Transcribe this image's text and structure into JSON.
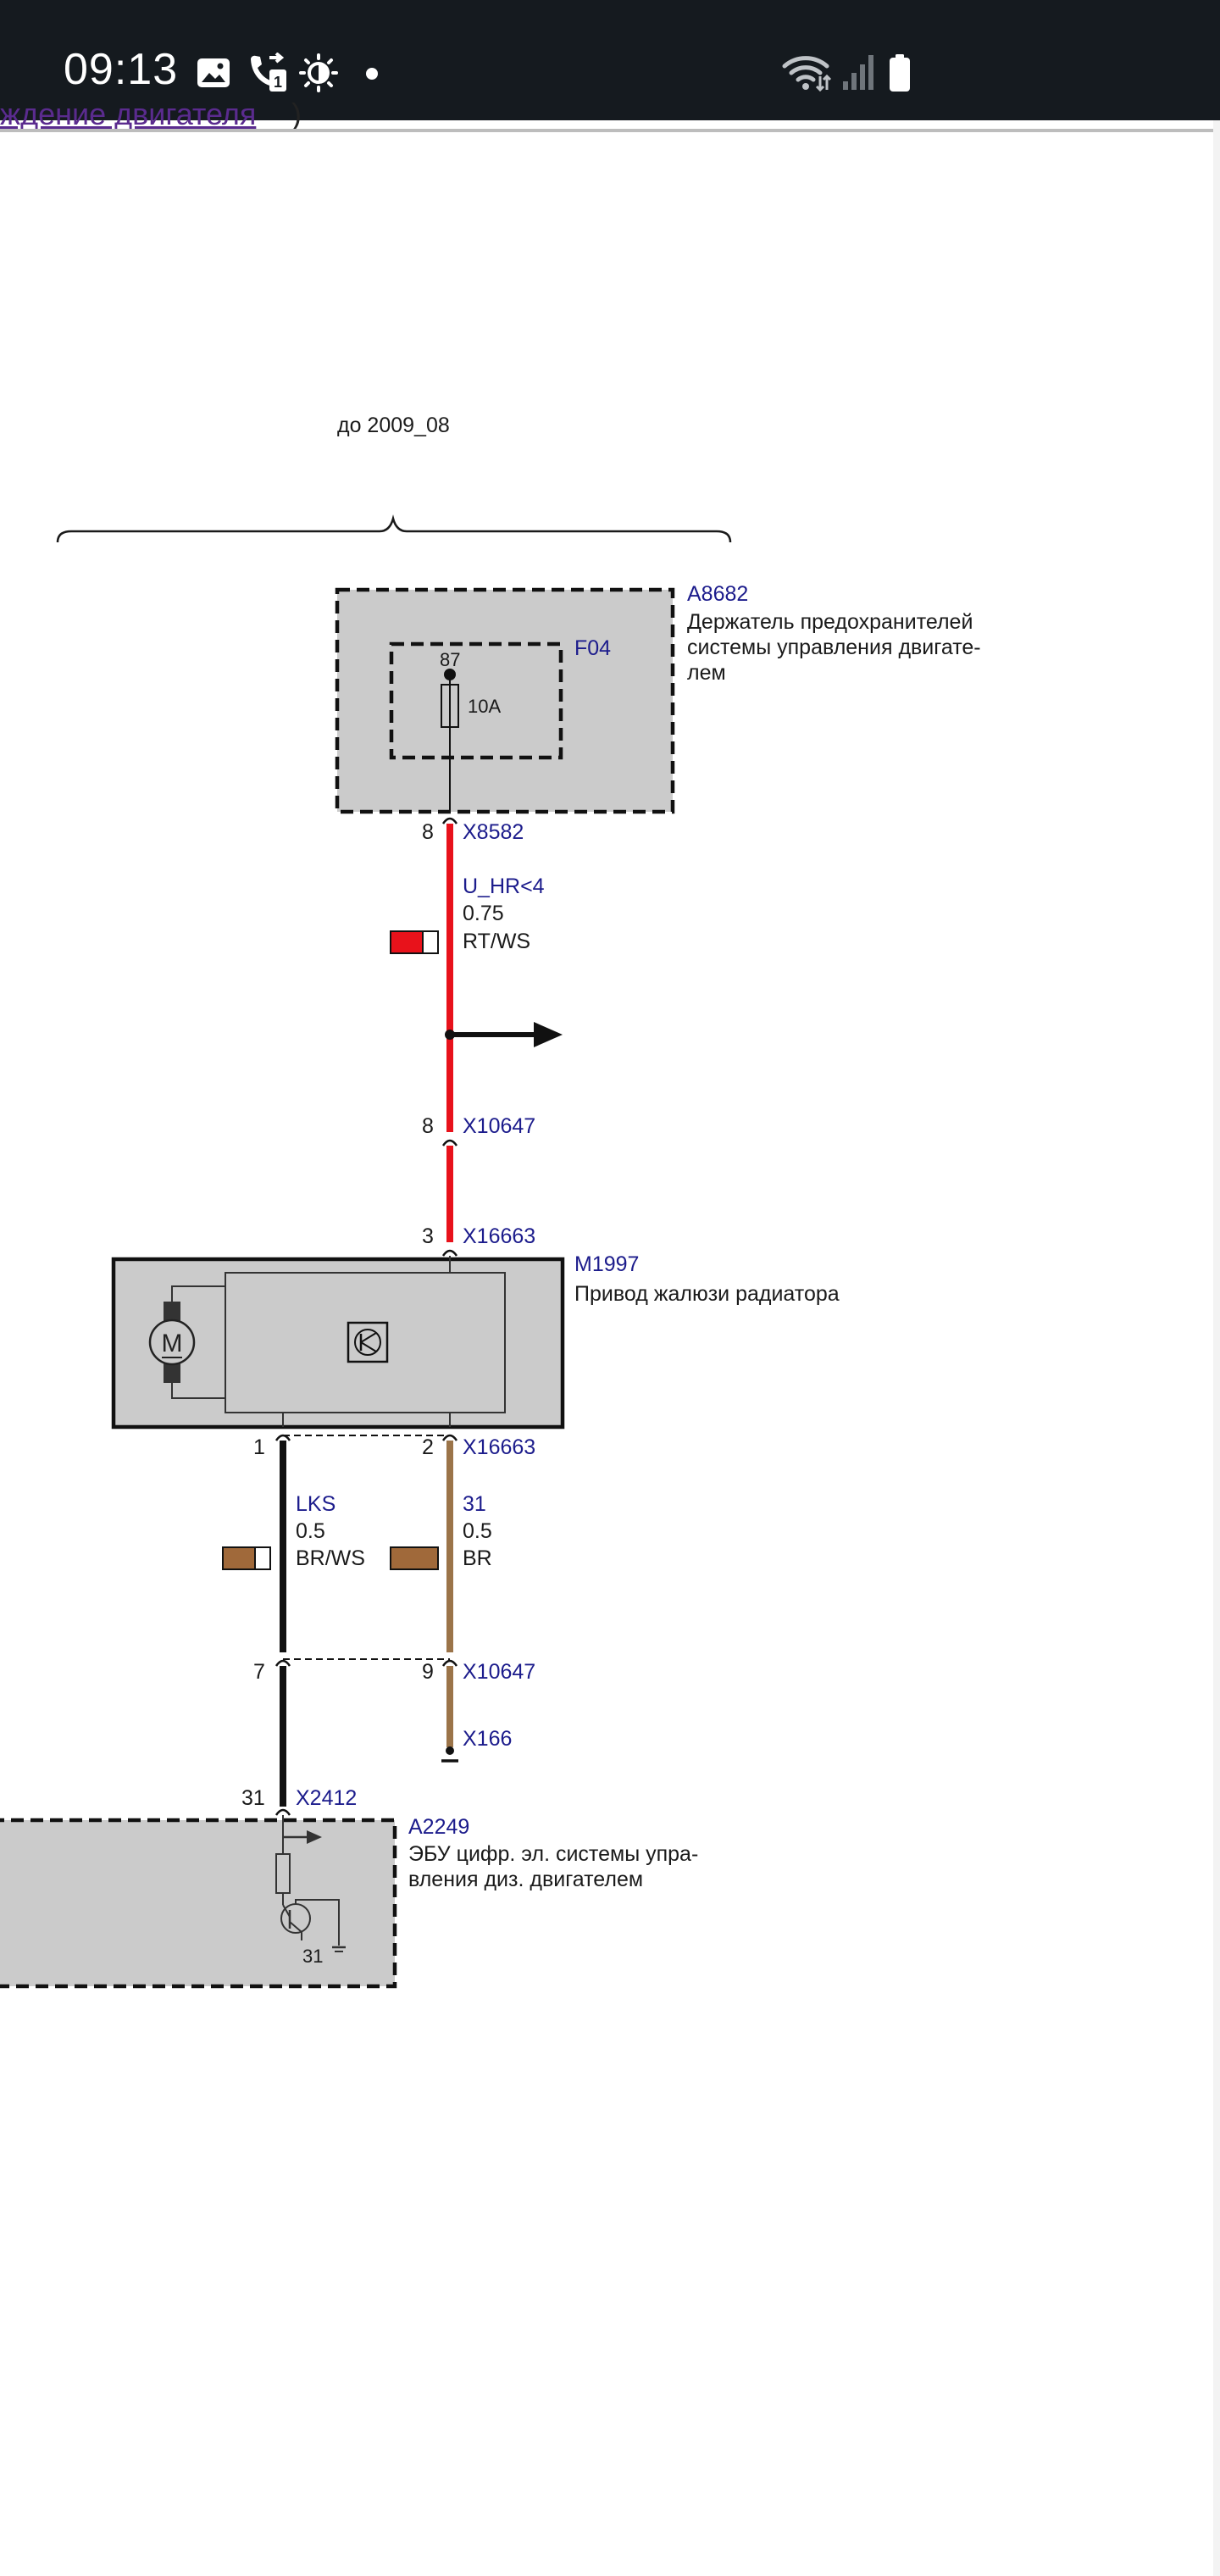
{
  "status_bar": {
    "time": "09:13",
    "icons": [
      "gallery-icon",
      "call-forward-sim1-icon",
      "brightness-icon",
      "notification-dot-icon",
      "wifi-icon",
      "cell-signal-icon",
      "battery-icon"
    ]
  },
  "page": {
    "top_link_text": "ждение двигателя",
    "top_link_suffix": ")"
  },
  "diagram": {
    "variant_label": "до 2009_08",
    "components": {
      "fuse_holder": {
        "id": "A8682",
        "desc_line1": "Держатель предохранителей",
        "desc_line2": "системы управления двигате-",
        "desc_line3": "лем"
      },
      "fuse": {
        "id": "F04",
        "pin": "87",
        "rating": "10A"
      },
      "actuator": {
        "id": "M1997",
        "desc": "Привод жалюзи радиатора",
        "motor_letter": "M"
      },
      "ecu": {
        "id": "A2249",
        "desc_line1": "ЭБУ цифр. эл. системы упра-",
        "desc_line2": "вления диз. двигателем",
        "pin": "31"
      }
    },
    "connectors": {
      "x8582": {
        "name": "X8582",
        "pin": "8"
      },
      "x10647_top": {
        "name": "X10647",
        "pin": "8"
      },
      "x16663_in": {
        "name": "X16663",
        "pin": "3"
      },
      "x16663_out_left_pin": "1",
      "x16663_out": {
        "name": "X16663",
        "pin": "2"
      },
      "x10647_bottom_left_pin": "7",
      "x10647_bottom": {
        "name": "X10647",
        "pin": "9"
      },
      "x166": {
        "name": "X166"
      },
      "x2412": {
        "name": "X2412",
        "pin": "31"
      }
    },
    "wires": {
      "red": {
        "signal": "U_HR<4",
        "gauge": "0.75",
        "color_code": "RT/WS",
        "color_main": "#e8121b",
        "color_stripe": "#ffffff"
      },
      "black": {
        "signal": "LKS",
        "gauge": "0.5",
        "color_code": "BR/WS",
        "color_main": "#a0693a",
        "color_stripe": "#ffffff"
      },
      "brown": {
        "signal": "31",
        "gauge": "0.5",
        "color_code": "BR",
        "color_main": "#a0693a"
      }
    },
    "colors": {
      "component_fill": "#cbcbcb",
      "link_blue": "#1c1c8c",
      "text": "#1a1a1a",
      "wire_black": "#111111",
      "wire_brown": "#9b7449",
      "wire_red": "#e8121b"
    }
  }
}
